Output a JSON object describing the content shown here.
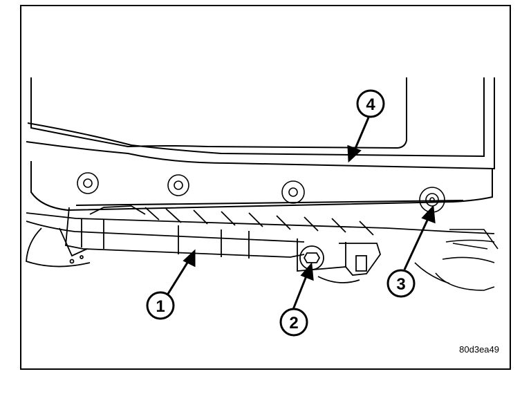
{
  "figure": {
    "reference_code": "80d3ea49",
    "callouts": [
      {
        "number": "1",
        "target": "lower-bracket"
      },
      {
        "number": "2",
        "target": "bracket-bolt"
      },
      {
        "number": "3",
        "target": "panel-fastener"
      },
      {
        "number": "4",
        "target": "panel"
      }
    ],
    "colors": {
      "line": "#000000",
      "background": "#ffffff"
    }
  }
}
